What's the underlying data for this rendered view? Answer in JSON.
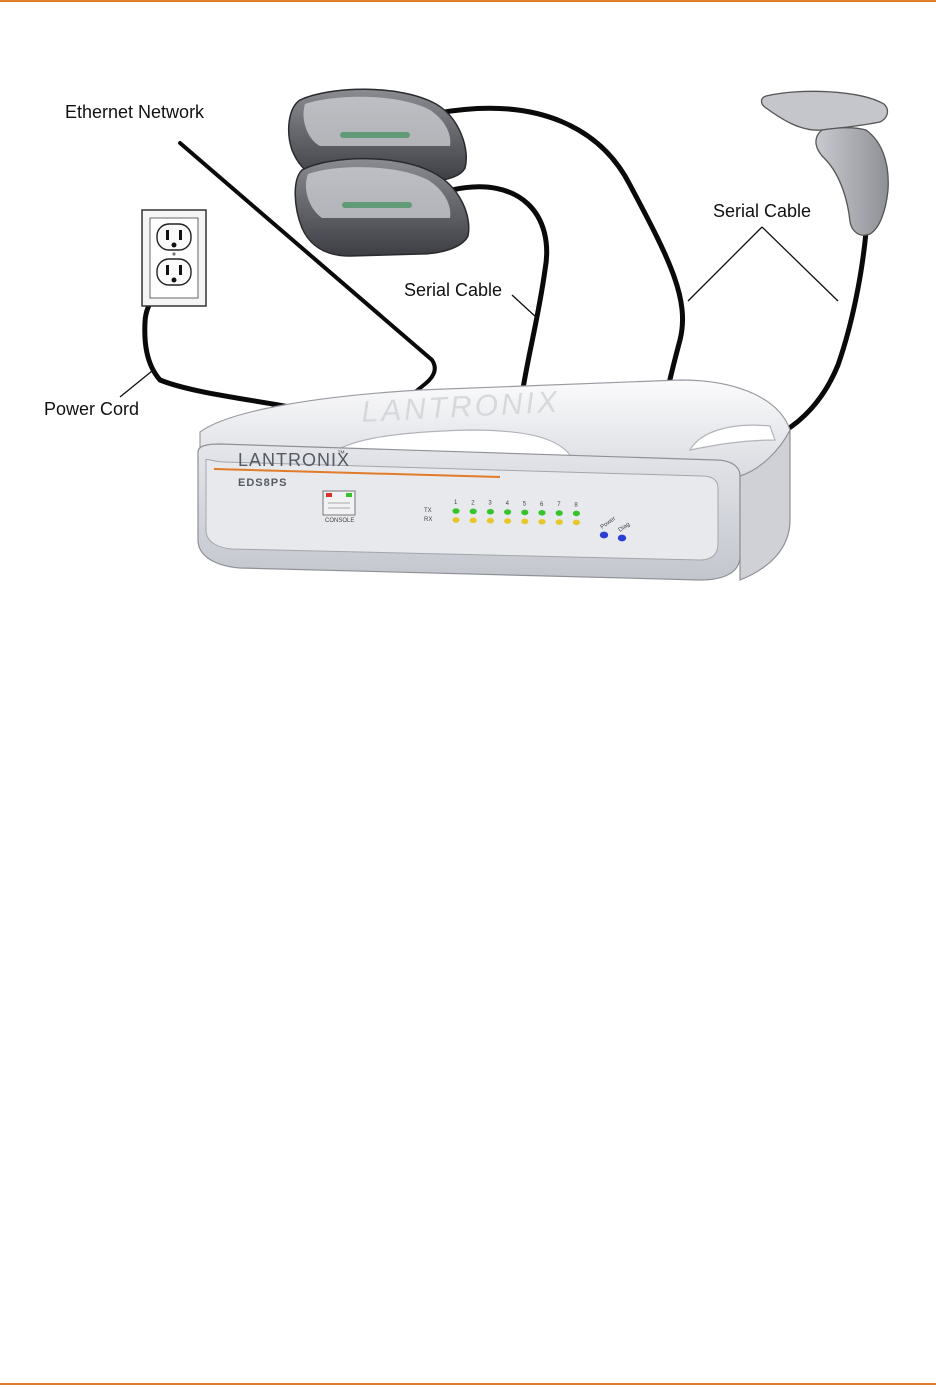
{
  "colors": {
    "accent_rule": "#e07b2a",
    "brand_orange": "#e07b2a",
    "cable": "#0a0a0a",
    "led_green": "#35c42a",
    "led_yellow": "#e6c82a",
    "led_blue": "#2a3fd6",
    "device_body": "#e9eaee"
  },
  "labels": {
    "ethernet": "Ethernet Network",
    "serial_cable_left": "Serial Cable",
    "serial_cable_right": "Serial Cable",
    "power_cord": "Power Cord"
  },
  "device": {
    "brand": "LANTRONIX",
    "trademark": "™",
    "model": "EDS8PS",
    "console_label": "CONSOLE",
    "tx_label": "TX",
    "rx_label": "RX",
    "port_numbers": [
      "1",
      "2",
      "3",
      "4",
      "5",
      "6",
      "7",
      "8"
    ],
    "status_labels": [
      "Power",
      "Diag"
    ],
    "top_brand": "LANTRONIX"
  },
  "icons": [
    "wall-outlet-icon",
    "modem-icon",
    "barcode-scanner-icon",
    "device-server-icon"
  ]
}
